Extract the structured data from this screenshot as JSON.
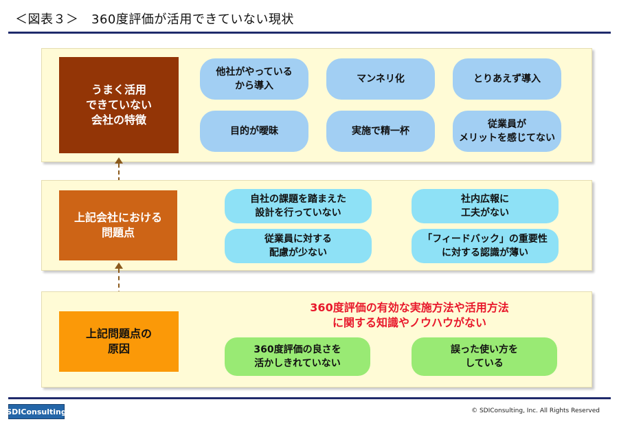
{
  "title": "＜図表３＞　360度評価が活用できていない現状",
  "panel1": {
    "label": "うまく活用\nできていない\n会社の特徴",
    "items": [
      "他社がやっている\nから導入",
      "マンネリ化",
      "とりあえず導入",
      "目的が曖昧",
      "実施で精一杯",
      "従業員が\nメリットを感じてない"
    ]
  },
  "panel2": {
    "label": "上記会社における\n問題点",
    "items": [
      "自社の課題を踏まえた\n設計を行っていない",
      "社内広報に\n工夫がない",
      "従業員に対する\n配慮が少ない",
      "「フィードバック」の重要性\nに対する認識が薄い"
    ]
  },
  "panel3": {
    "label": "上記問題点の\n原因",
    "headline": "360度評価の有効な実施方法や活用方法\nに関する知識やノウハウがない",
    "items": [
      "360度評価の良さを\n活かしきれていない",
      "誤った使い方を\nしている"
    ]
  },
  "footer": {
    "logo": "SDIConsulting",
    "copyright": "© SDIConsulting, Inc. All Rights Reserved"
  },
  "colors": {
    "rule": "#1f2a6b",
    "panel_bg": "#fffbd6",
    "label1": "#933506",
    "label2": "#cd6416",
    "label3": "#fb9908",
    "pill_blue": "#a2cff3",
    "pill_cyan": "#8ee1f6",
    "pill_green": "#99ea74",
    "headline": "#e8182b"
  }
}
